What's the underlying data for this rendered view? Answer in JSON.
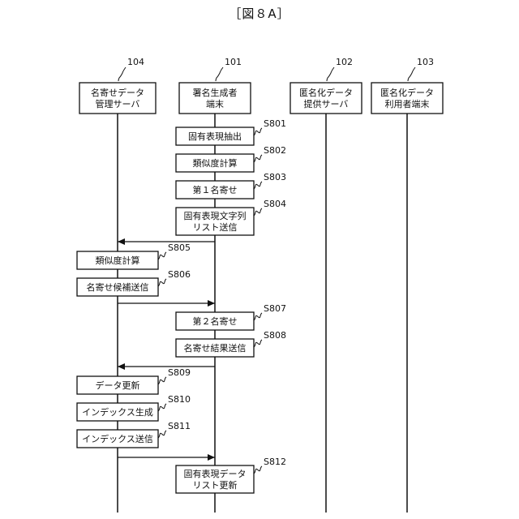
{
  "figure_title": "［図８A］",
  "participants": [
    {
      "id": "104",
      "ref": "104",
      "lines": [
        "名寄せデータ",
        "管理サーバ"
      ]
    },
    {
      "id": "101",
      "ref": "101",
      "lines": [
        "署名生成者",
        "端末"
      ]
    },
    {
      "id": "102",
      "ref": "102",
      "lines": [
        "匿名化データ",
        "提供サーバ"
      ]
    },
    {
      "id": "103",
      "ref": "103",
      "lines": [
        "匿名化データ",
        "利用者端末"
      ]
    }
  ],
  "steps": [
    {
      "id": "S801",
      "label": "S801",
      "lane": "101",
      "lines": [
        "固有表現抽出"
      ]
    },
    {
      "id": "S802",
      "label": "S802",
      "lane": "101",
      "lines": [
        "類似度計算"
      ]
    },
    {
      "id": "S803",
      "label": "S803",
      "lane": "101",
      "lines": [
        "第１名寄せ"
      ]
    },
    {
      "id": "S804",
      "label": "S804",
      "lane": "101",
      "lines": [
        "固有表現文字列",
        "リスト送信"
      ]
    },
    {
      "id": "S805",
      "label": "S805",
      "lane": "104",
      "lines": [
        "類似度計算"
      ]
    },
    {
      "id": "S806",
      "label": "S806",
      "lane": "104",
      "lines": [
        "名寄せ候補送信"
      ]
    },
    {
      "id": "S807",
      "label": "S807",
      "lane": "101",
      "lines": [
        "第２名寄せ"
      ]
    },
    {
      "id": "S808",
      "label": "S808",
      "lane": "101",
      "lines": [
        "名寄せ結果送信"
      ]
    },
    {
      "id": "S809",
      "label": "S809",
      "lane": "104",
      "lines": [
        "データ更新"
      ]
    },
    {
      "id": "S810",
      "label": "S810",
      "lane": "104",
      "lines": [
        "インデックス生成"
      ]
    },
    {
      "id": "S811",
      "label": "S811",
      "lane": "104",
      "lines": [
        "インデックス送信"
      ]
    },
    {
      "id": "S812",
      "label": "S812",
      "lane": "101",
      "lines": [
        "固有表現データ",
        "リスト更新"
      ]
    }
  ],
  "messages": [
    {
      "from": "101",
      "to": "104",
      "after": "S804"
    },
    {
      "from": "104",
      "to": "101",
      "after": "S806"
    },
    {
      "from": "101",
      "to": "104",
      "after": "S808"
    },
    {
      "from": "104",
      "to": "101",
      "after": "S811"
    }
  ]
}
